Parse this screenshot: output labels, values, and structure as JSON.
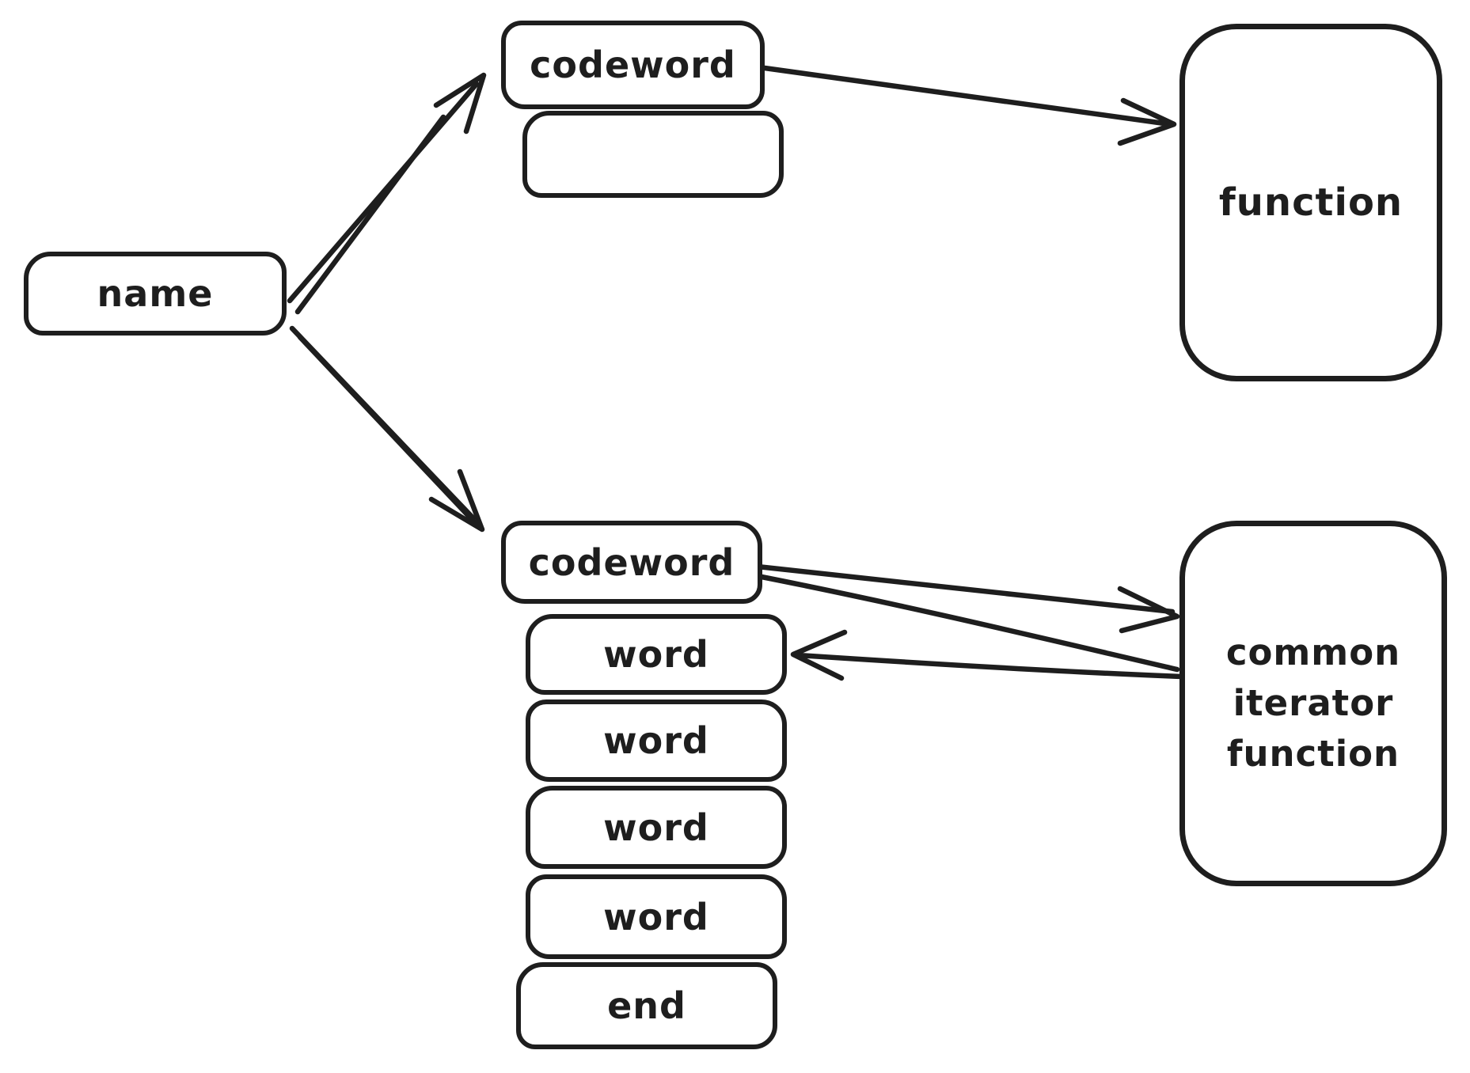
{
  "diagram": {
    "style": "hand-drawn whiteboard sketch",
    "colors": {
      "stroke": "#1e1e1e",
      "background": "#ffffff"
    },
    "nodes": {
      "name": "name",
      "codeword_top": "codeword",
      "empty_slot": "",
      "function": "function",
      "codeword_bottom": "codeword",
      "words": [
        "word",
        "word",
        "word",
        "word"
      ],
      "end": "end",
      "iterator_lines": [
        "common",
        "iterator",
        "function"
      ]
    },
    "edges": [
      {
        "from": "name",
        "to": "codeword (top)"
      },
      {
        "from": "name",
        "to": "codeword (bottom)"
      },
      {
        "from": "codeword (top)",
        "to": "function"
      },
      {
        "from": "codeword (bottom)",
        "to": "common iterator function"
      },
      {
        "from": "common iterator function",
        "to": "word (first)"
      }
    ]
  }
}
